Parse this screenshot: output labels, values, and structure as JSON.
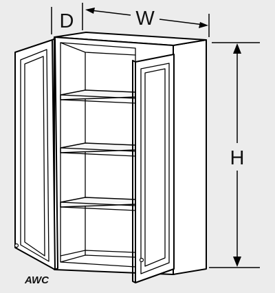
{
  "dimensions": {
    "depth_label": "D",
    "width_label": "W",
    "height_label": "H"
  },
  "model": {
    "code": "AWC"
  }
}
